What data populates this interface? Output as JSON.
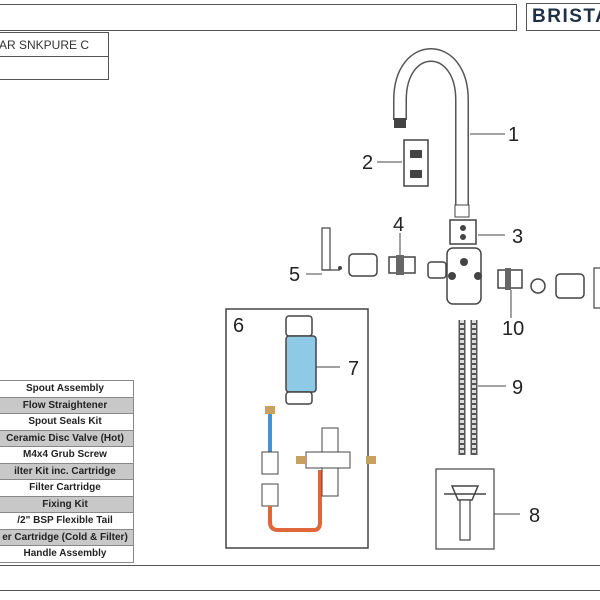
{
  "brand": {
    "name": "BRISTA"
  },
  "model": {
    "code": "AR SNKPURE C"
  },
  "parts_list": [
    "Spout Assembly",
    "Flow Straightener",
    "Spout Seals Kit",
    "Ceramic Disc Valve (Hot)",
    "M4x4 Grub Screw",
    "ilter Kit inc. Cartridge",
    "Filter Cartridge",
    "Fixing Kit",
    "/2\" BSP Flexible Tail",
    "er Cartridge (Cold & Filter)",
    "Handle Assembly"
  ],
  "callouts": [
    "1",
    "2",
    "3",
    "4",
    "5",
    "6",
    "7",
    "8",
    "9",
    "10"
  ],
  "colors": {
    "brand": "#1d3044",
    "filter": "#8ecae6",
    "hose_hot": "#e0673a",
    "hose_cold": "#4a90d9",
    "brass": "#c8a060",
    "table_shade": "#c8c8c8"
  }
}
